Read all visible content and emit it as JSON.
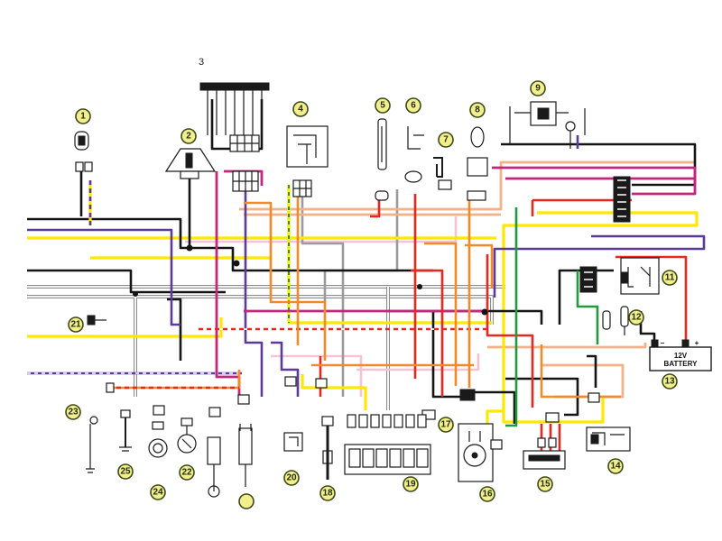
{
  "diagram": {
    "top_label": "3"
  },
  "callouts": [
    "1",
    "2",
    "4",
    "5",
    "6",
    "7",
    "8",
    "9",
    "11",
    "12",
    "13",
    "14",
    "15",
    "16",
    "17",
    "18",
    "19",
    "20",
    "21",
    "22",
    "23",
    "24",
    "25"
  ],
  "battery": {
    "line1": "12V",
    "line2": "BATTERY",
    "neg": "−",
    "pos": "+"
  },
  "colors": {
    "black_wire": "#141414",
    "yellow_wire": "#ffe800",
    "red_wire": "#e8281e",
    "orange_wire": "#f28a2a",
    "purple_wire": "#5b3a98",
    "magenta_wire": "#c4267e",
    "gray_wire": "#9b9b9b",
    "green_wire": "#1f9a3c",
    "pink_wire": "#f5c3d3",
    "tan_wire": "#f3b18a",
    "callout_fill": "#f3ef8e"
  }
}
